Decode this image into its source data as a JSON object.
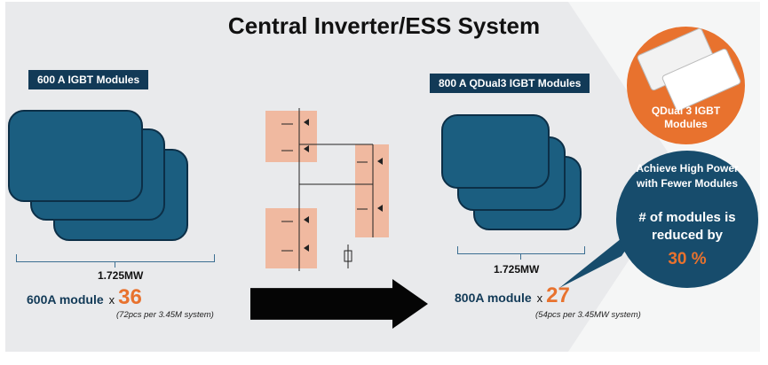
{
  "title": "Central Inverter/ESS System",
  "left": {
    "label": "600 A IGBT Modules",
    "mw": "1.725MW",
    "module_text": "600A module",
    "x": "x",
    "count": "36",
    "note": "(72pcs per 3.45M system)"
  },
  "right": {
    "label": "800 A QDual3 IGBT Modules",
    "mw": "1.725MW",
    "module_text": "800A module",
    "x": "x",
    "count": "27",
    "note": "(54pcs per 3.45MW system)"
  },
  "photo": {
    "line1": "QDual 3 IGBT",
    "line2": "Modules"
  },
  "callout": {
    "line1": "Achieve High Power",
    "line2": "with Fewer Modules",
    "line3": "# of modules is",
    "line4": "reduced by",
    "percent": "30 %"
  },
  "colors": {
    "navy": "#123a57",
    "module_blue": "#1b5e80",
    "orange": "#e8722e",
    "highlight": "#f0b9a0"
  }
}
